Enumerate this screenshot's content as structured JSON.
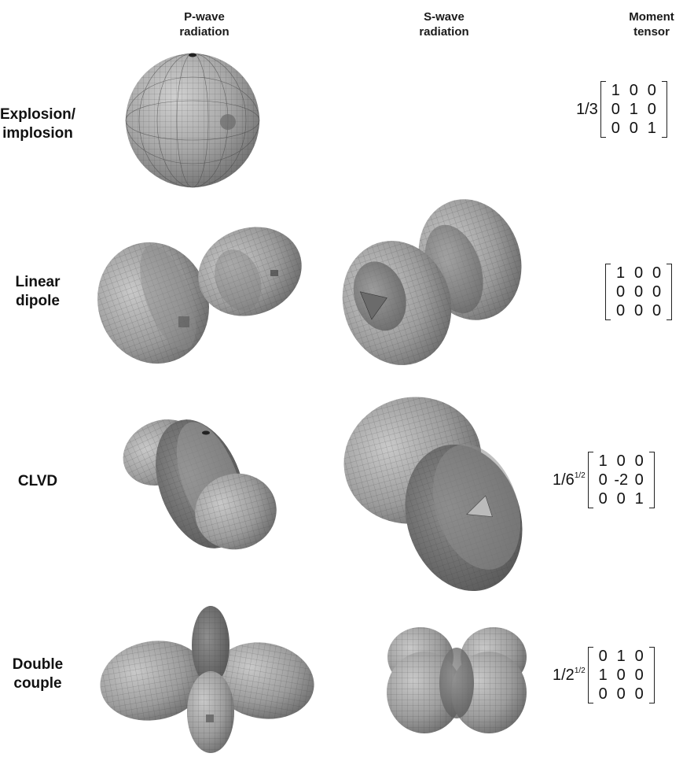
{
  "headers": {
    "p_wave": [
      "P-wave",
      "radiation"
    ],
    "s_wave": [
      "S-wave",
      "radiation"
    ],
    "moment": [
      "Moment",
      "tensor"
    ]
  },
  "rows": [
    {
      "id": "explosion",
      "label": [
        "Explosion/",
        "implosion"
      ],
      "factor": "1/3",
      "factor_sup": "",
      "matrix": [
        [
          "1",
          "0",
          "0"
        ],
        [
          "0",
          "1",
          "0"
        ],
        [
          "0",
          "0",
          "1"
        ]
      ]
    },
    {
      "id": "linear-dipole",
      "label": [
        "Linear",
        "dipole"
      ],
      "factor": "",
      "factor_sup": "",
      "matrix": [
        [
          "1",
          "0",
          "0"
        ],
        [
          "0",
          "0",
          "0"
        ],
        [
          "0",
          "0",
          "0"
        ]
      ]
    },
    {
      "id": "clvd",
      "label": [
        "CLVD"
      ],
      "factor": "1/6",
      "factor_sup": "1/2",
      "matrix": [
        [
          "1",
          "0",
          "0"
        ],
        [
          "0",
          "-2",
          "0"
        ],
        [
          "0",
          "0",
          "1"
        ]
      ]
    },
    {
      "id": "double-couple",
      "label": [
        "Double",
        "couple"
      ],
      "factor": "1/2",
      "factor_sup": "1/2",
      "matrix": [
        [
          "0",
          "1",
          "0"
        ],
        [
          "1",
          "0",
          "0"
        ],
        [
          "0",
          "0",
          "0"
        ]
      ]
    }
  ],
  "colors": {
    "surface": "#a9a9a9",
    "surface_light": "#c6c6c6",
    "surface_dark": "#5f5f5f",
    "mesh": "#3a3a3a"
  }
}
